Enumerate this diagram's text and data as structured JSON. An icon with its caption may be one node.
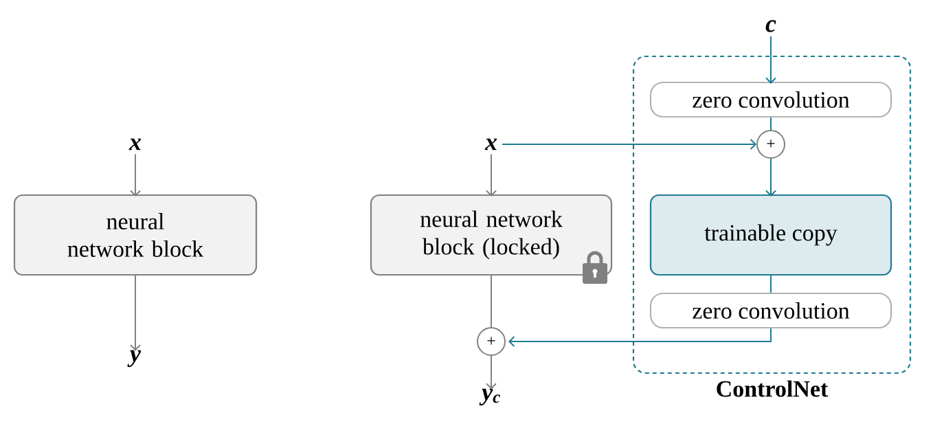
{
  "diagram": {
    "nodes": [
      {
        "text": [
          "x"
        ]
      },
      {
        "text": [
          "neural network block"
        ]
      },
      {
        "text": [
          "y"
        ]
      },
      {
        "text": [
          "x"
        ]
      },
      {
        "text": [
          "neural network block (locked)"
        ]
      },
      {
        "text": [
          "+"
        ]
      },
      {
        "text": [
          "y$_{c}$"
        ]
      },
      {
        "text": [
          "ControlNet"
        ]
      },
      {
        "text": [
          "c"
        ]
      },
      {
        "text": [
          "zero convolution"
        ],
        "in": 7
      },
      {
        "text": [
          "+"
        ],
        "in": 7
      },
      {
        "text": [
          "trainable copy"
        ],
        "in": 7
      },
      {
        "text": [
          "zero convolution"
        ],
        "in": 7
      }
    ],
    "edges": [
      {
        "from": 0,
        "to": 1,
        "arrow": "to",
        "color": "#808080"
      },
      {
        "from": 1,
        "to": 2,
        "arrow": "to",
        "color": "#808080"
      },
      {
        "from": 3,
        "to": 4,
        "arrow": "to",
        "color": "#808080"
      },
      {
        "from": 4,
        "to": 5,
        "arrow": "none",
        "color": "#808080"
      },
      {
        "from": 5,
        "to": 6,
        "arrow": "to",
        "color": "#808080"
      },
      {
        "from": 3,
        "to": 10,
        "arrow": "to"
      },
      {
        "from": 8,
        "to": 9,
        "arrow": "to"
      },
      {
        "from": 9,
        "to": 10,
        "arrow": "none"
      },
      {
        "from": 10,
        "to": 11,
        "arrow": "to"
      },
      {
        "from": 11,
        "to": 12,
        "arrow": "none"
      },
      {
        "from": 12,
        "to": 5,
        "arrow": "to"
      }
    ]
  }
}
